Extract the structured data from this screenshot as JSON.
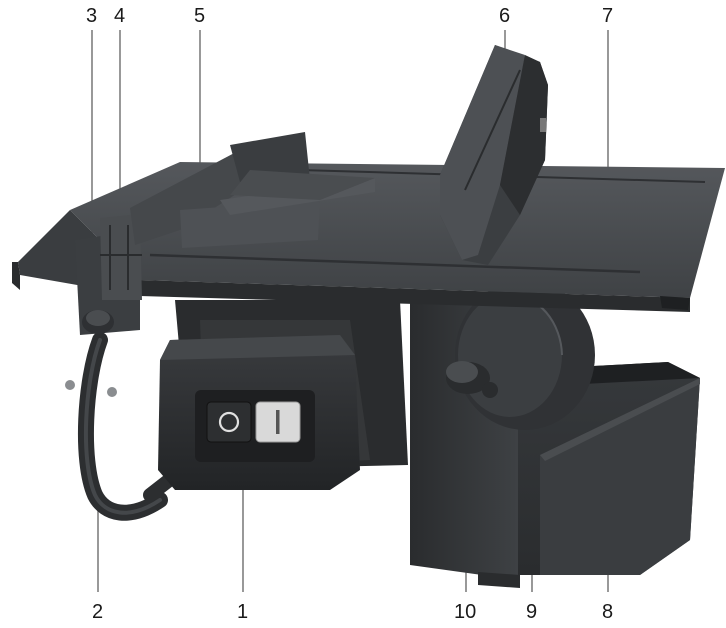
{
  "callouts": {
    "c1": "1",
    "c2": "2",
    "c3": "3",
    "c4": "4",
    "c5": "5",
    "c6": "6",
    "c7": "7",
    "c8": "8",
    "c9": "9",
    "c10": "10"
  },
  "switch": {
    "off_symbol": "O",
    "on_symbol": "I"
  },
  "colors": {
    "body_dark": "#2e3033",
    "body_mid": "#3d4043",
    "table_top": "#45484b",
    "highlight": "#5c6064",
    "switch_on": "#d9d9d9",
    "leader_line": "#555555"
  }
}
